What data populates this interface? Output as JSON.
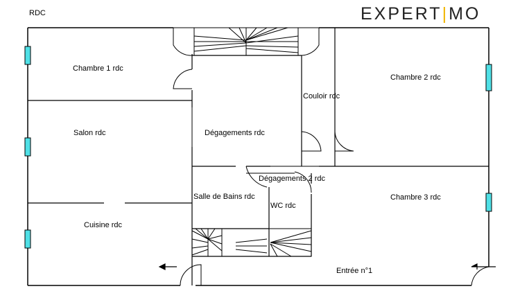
{
  "level_label": "RDC",
  "brand": {
    "before": "EXPERT",
    "bar": "|",
    "after": "MO"
  },
  "rooms": [
    {
      "id": "chambre-1",
      "label": "Chambre 1 rdc"
    },
    {
      "id": "chambre-2",
      "label": "Chambre 2 rdc"
    },
    {
      "id": "couloir",
      "label": "Couloir rdc"
    },
    {
      "id": "salon",
      "label": "Salon rdc"
    },
    {
      "id": "degagements",
      "label": "Dégagements rdc"
    },
    {
      "id": "degagements-2",
      "label": "Dégagements 2 rdc"
    },
    {
      "id": "salle-de-bains",
      "label": "Salle de Bains rdc"
    },
    {
      "id": "wc",
      "label": "WC rdc"
    },
    {
      "id": "chambre-3",
      "label": "Chambre 3 rdc"
    },
    {
      "id": "cuisine",
      "label": "Cuisine rdc"
    },
    {
      "id": "entree",
      "label": "Entrée n°1"
    }
  ],
  "colors": {
    "wall": "#000000",
    "window": "#4fe0e6",
    "brand_accent": "#f0b400"
  }
}
